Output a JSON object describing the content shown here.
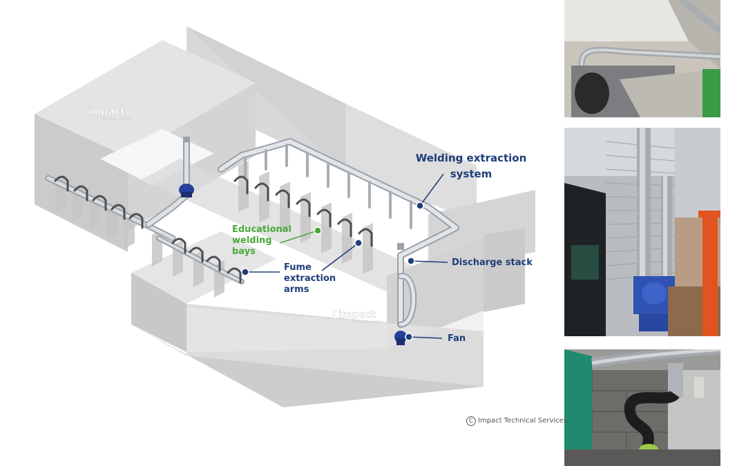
{
  "labels": {
    "welding_system_line1": "Welding extraction",
    "welding_system_line2": "system",
    "educational_line1": "Educational",
    "educational_line2": "welding",
    "educational_line3": "bays",
    "fume_line1": "Fume",
    "fume_line2": "extraction",
    "fume_line3": "arms",
    "discharge": "Discharge stack",
    "fan": "Fan"
  },
  "logo": {
    "brand": "impact",
    "tagline": "technical services"
  },
  "copyright": {
    "symbol": "C",
    "text": "Impact Technical Services"
  },
  "colors": {
    "navy": "#1f3d7a",
    "green": "#4aa83a",
    "wall": "#cfcfcf",
    "duct": "#b9bfc6",
    "fan": "#23409a"
  }
}
